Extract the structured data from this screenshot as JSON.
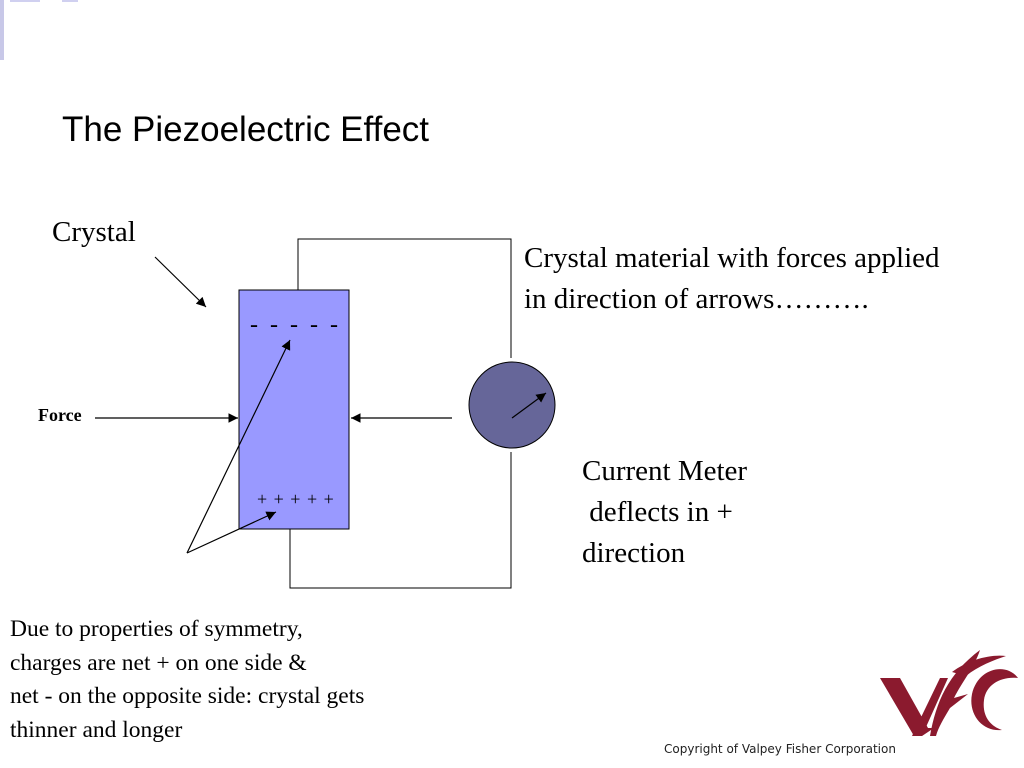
{
  "title": "The Piezoelectric Effect",
  "labels": {
    "crystal": "Crystal",
    "force": "Force",
    "negative_charges": "- - - - -",
    "positive_charges": "+ + + + +"
  },
  "descriptions": {
    "forces_applied": [
      "Crystal material with forces applied",
      "in direction of arrows………."
    ],
    "current_meter": [
      "Current Meter",
      " deflects in +",
      "direction"
    ],
    "symmetry": [
      "Due to properties of symmetry,",
      "charges are net + on one side &",
      "net - on the opposite side: crystal gets",
      "thinner and longer"
    ]
  },
  "copyright": "Copyright of Valpey Fisher Corporation",
  "colors": {
    "crystal_fill": "#9999ff",
    "meter_fill": "#666699",
    "logo": "#8b1a2e"
  }
}
